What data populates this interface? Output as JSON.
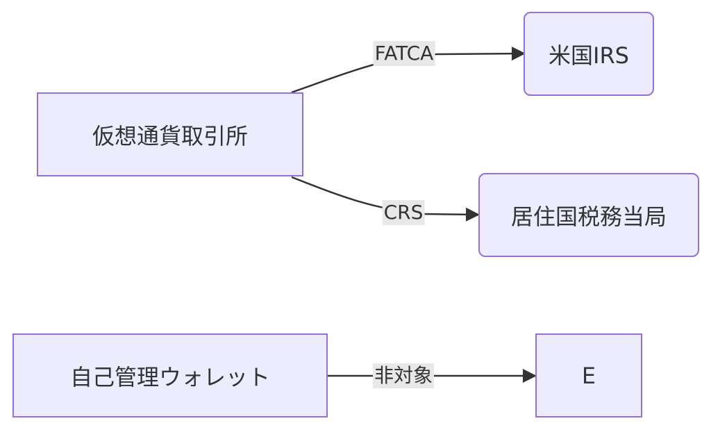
{
  "nodes": {
    "exchange": "仮想通貨取引所",
    "irs": "米国IRS",
    "tax_authority": "居住国税務当局",
    "self_custody": "自己管理ウォレット",
    "e": "E"
  },
  "edges": {
    "fatca": "FATCA",
    "crs": "CRS",
    "not_applicable": "非対象"
  },
  "colors": {
    "node_fill": "#ececfe",
    "node_border": "#9370db",
    "edge_stroke": "#333333",
    "label_bg": "#e8e8e8"
  }
}
